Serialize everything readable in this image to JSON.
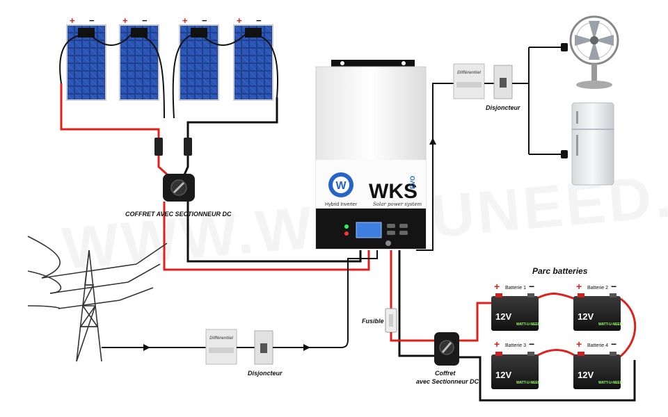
{
  "watermark": "WWW.WATTUNEED.COM",
  "labels": {
    "dc_box": "COFFRET AVEC SECTIONNEUR DC",
    "breaker_top": "Disjoncteur",
    "breaker_bottom": "Disjoncteur",
    "fuse": "Fusible",
    "battery_box_line1": "Coffret",
    "battery_box_line2": "avec Sectionneur DC",
    "battery_bank": "Parc batteries",
    "differentiel_top": "Différentiel",
    "differentiel_bottom": "Différentiel"
  },
  "inverter": {
    "brand": "WKS",
    "variant": "EVO",
    "tagline": "Solar power system",
    "type": "Hybrid Inverter",
    "logo_letter": "W"
  },
  "batteries": [
    {
      "name": "Batterie 1",
      "voltage": "12V",
      "brand": "WATT-U-NEED"
    },
    {
      "name": "Batterie 2",
      "voltage": "12V",
      "brand": "WATT-U-NEED"
    },
    {
      "name": "Batterie 3",
      "voltage": "12V",
      "brand": "WATT-U-NEED"
    },
    {
      "name": "Batterie 4",
      "voltage": "12V",
      "brand": "WATT-U-NEED"
    }
  ],
  "panel_signs": {
    "plus": "+",
    "minus": "−"
  },
  "colors": {
    "positive_wire": "#e0211b",
    "negative_wire": "#111111",
    "panel_blue": "#1f3f8f",
    "inverter_body": "#f4f4f4",
    "inverter_dark": "#141414",
    "lcd": "#3f7fe0"
  },
  "icons": [
    "solar-panel-icon",
    "dc-disconnect-icon",
    "transmission-tower-icon",
    "fan-icon",
    "refrigerator-icon",
    "breaker-icon",
    "fuse-icon",
    "battery-icon"
  ]
}
